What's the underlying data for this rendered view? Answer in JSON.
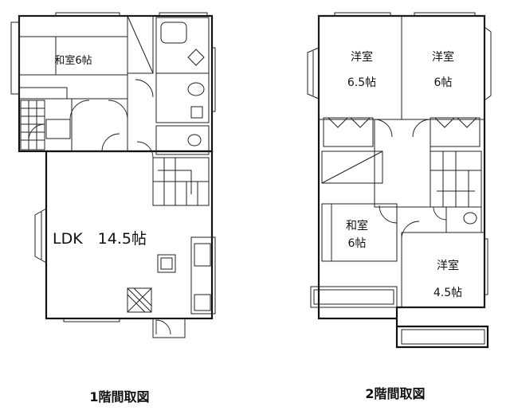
{
  "floor1": {
    "caption": "1階間取図",
    "rooms": {
      "washitsu": "和室6帖",
      "ldk": "LDK　14.5帖"
    }
  },
  "floor2": {
    "caption": "2階間取図",
    "rooms": {
      "yoshitsu_a_name": "洋室",
      "yoshitsu_a_size": "6.5帖",
      "yoshitsu_b_name": "洋室",
      "yoshitsu_b_size": "6帖",
      "washitsu_name": "和室",
      "washitsu_size": "6帖",
      "yoshitsu_c_name": "洋室",
      "yoshitsu_c_size": "4.5帖"
    }
  }
}
